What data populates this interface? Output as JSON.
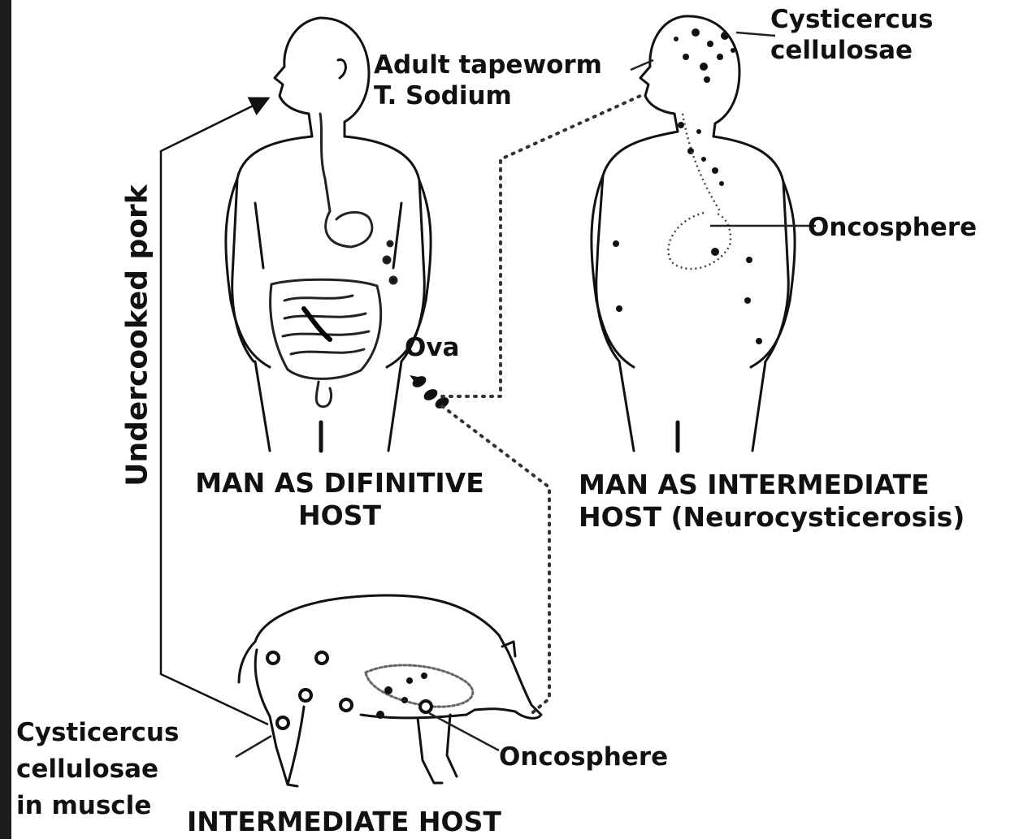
{
  "labels": {
    "adult_tapeworm": "Adult tapeworm",
    "t_sodium": "T. Sodium",
    "cysticercus_top_1": "Cysticercus",
    "cysticercus_top_2": "cellulosae",
    "oncosphere_top": "Oncosphere",
    "ova": "Ova",
    "undercooked_pork": "Undercooked pork",
    "definitive_host_1": "MAN AS DIFINITIVE",
    "definitive_host_2": "HOST",
    "intermediate_man_1": "MAN AS INTERMEDIATE",
    "intermediate_man_2": "HOST (Neurocysticerosis)",
    "cysticercus_muscle_1": "Cysticercus",
    "cysticercus_muscle_2": "cellulosae",
    "cysticercus_muscle_3": "in muscle",
    "oncosphere_pig": "Oncosphere",
    "intermediate_host": "INTERMEDIATE HOST"
  }
}
